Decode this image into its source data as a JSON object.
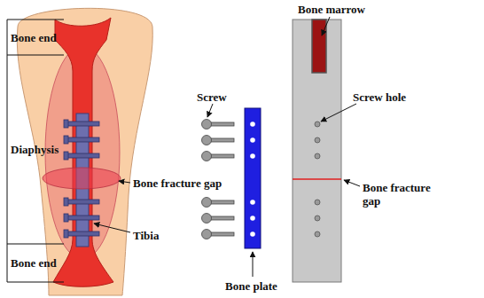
{
  "diagram": {
    "labels": [
      "Bone end",
      "Diaphysis",
      "Bone end",
      "Bone fracture gap",
      "Tibia",
      "Bone marrow",
      "Screw",
      "Screw hole",
      "Bone fracture gap",
      "Bone plate"
    ]
  }
}
